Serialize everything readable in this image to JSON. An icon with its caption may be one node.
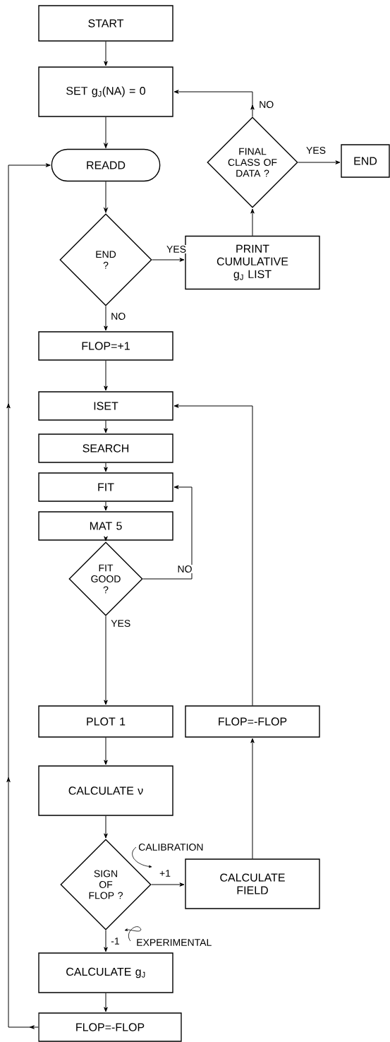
{
  "diagram": {
    "nodes": [
      {
        "text": [
          "START"
        ]
      },
      {
        "text": [
          "SET g$_{J}$(NA) = 0"
        ]
      },
      {
        "text": [
          "READD"
        ]
      },
      {
        "text": [
          "END ?"
        ]
      },
      {
        "text": [
          "PRINT CUMULATIVE g$_{J}$ LIST"
        ]
      },
      {
        "text": [
          "FINAL CLASS OF DATA ?"
        ]
      },
      {
        "text": [
          "END"
        ]
      },
      {
        "text": [
          "FLOP=+1"
        ]
      },
      {
        "text": [
          "ISET"
        ]
      },
      {
        "text": [
          "SEARCH"
        ]
      },
      {
        "text": [
          "FIT"
        ]
      },
      {
        "text": [
          "MAT 5"
        ]
      },
      {
        "text": [
          "FIT GOOD ?"
        ]
      },
      {
        "text": [
          "PLOT 1"
        ]
      },
      {
        "text": [
          "CALCULATE ν"
        ]
      },
      {
        "text": [
          "SIGN OF FLOP ?"
        ]
      },
      {
        "text": [
          "CALCULATE FIELD"
        ]
      },
      {
        "text": [
          "FLOP=-FLOP"
        ]
      },
      {
        "text": [
          "CALCULATE g$_{J}$"
        ]
      },
      {
        "text": [
          "FLOP=-FLOP"
        ]
      }
    ],
    "edges": [
      {
        "from": 0,
        "to": 1,
        "arrow": "to"
      },
      {
        "from": 1,
        "to": 2,
        "arrow": "to"
      },
      {
        "from": 2,
        "to": 3,
        "arrow": "to"
      },
      {
        "from": 3,
        "to": 4,
        "arrow": "to",
        "label": "YES"
      },
      {
        "from": 4,
        "to": 5,
        "arrow": "to"
      },
      {
        "from": 5,
        "to": 6,
        "arrow": "to",
        "label": "YES"
      },
      {
        "from": 5,
        "to": 1,
        "arrow": "to",
        "label": "NO"
      },
      {
        "from": 3,
        "to": 7,
        "arrow": "to",
        "label": "NO"
      },
      {
        "from": 7,
        "to": 8,
        "arrow": "to"
      },
      {
        "from": 8,
        "to": 9,
        "arrow": "to"
      },
      {
        "from": 9,
        "to": 10,
        "arrow": "to"
      },
      {
        "from": 10,
        "to": 11,
        "arrow": "to"
      },
      {
        "from": 11,
        "to": 12,
        "arrow": "to"
      },
      {
        "from": 12,
        "to": 10,
        "arrow": "to",
        "label": "NO"
      },
      {
        "from": 12,
        "to": 13,
        "arrow": "to",
        "label": "YES"
      },
      {
        "from": 13,
        "to": 14,
        "arrow": "to"
      },
      {
        "from": 14,
        "to": 15,
        "arrow": "to"
      },
      {
        "from": 15,
        "to": 16,
        "arrow": "to",
        "label": "+1"
      },
      {
        "from": 15,
        "to": 18,
        "arrow": "to",
        "label": "-1"
      },
      {
        "from": 16,
        "to": 17,
        "arrow": "to"
      },
      {
        "from": 17,
        "to": 8,
        "arrow": "to"
      },
      {
        "from": 18,
        "to": 19,
        "arrow": "to"
      },
      {
        "from": 19,
        "to": 2,
        "arrow": "to"
      }
    ],
    "labels": [
      "CALIBRATION",
      "EXPERIMENTAL"
    ]
  }
}
